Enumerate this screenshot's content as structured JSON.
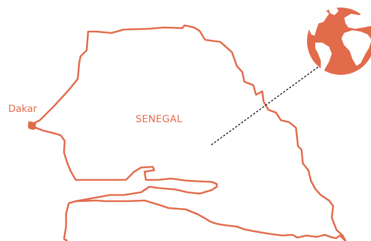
{
  "map": {
    "country_label": "SENEGAL",
    "city_label": "Dakar",
    "colors": {
      "accent": "#e16b4b",
      "background": "#ffffff",
      "leader_line": "#111111"
    },
    "icons": [
      "globe-icon",
      "city-marker"
    ]
  }
}
